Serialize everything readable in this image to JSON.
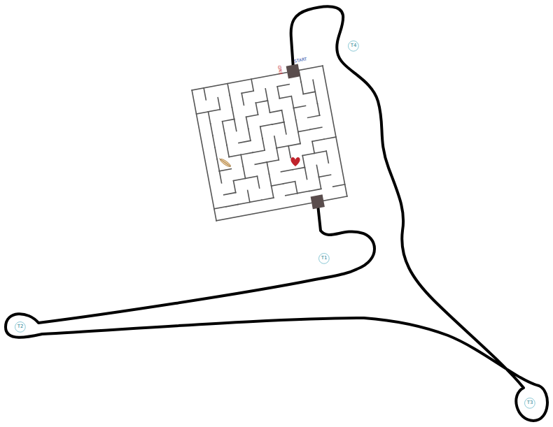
{
  "diagram": {
    "nodes": [
      {
        "text": [
          "T4"
        ]
      },
      {
        "text": [
          "T1"
        ]
      },
      {
        "text": [
          "T2"
        ]
      },
      {
        "text": [
          "T3"
        ]
      }
    ],
    "labels": [
      "START",
      "END"
    ]
  }
}
